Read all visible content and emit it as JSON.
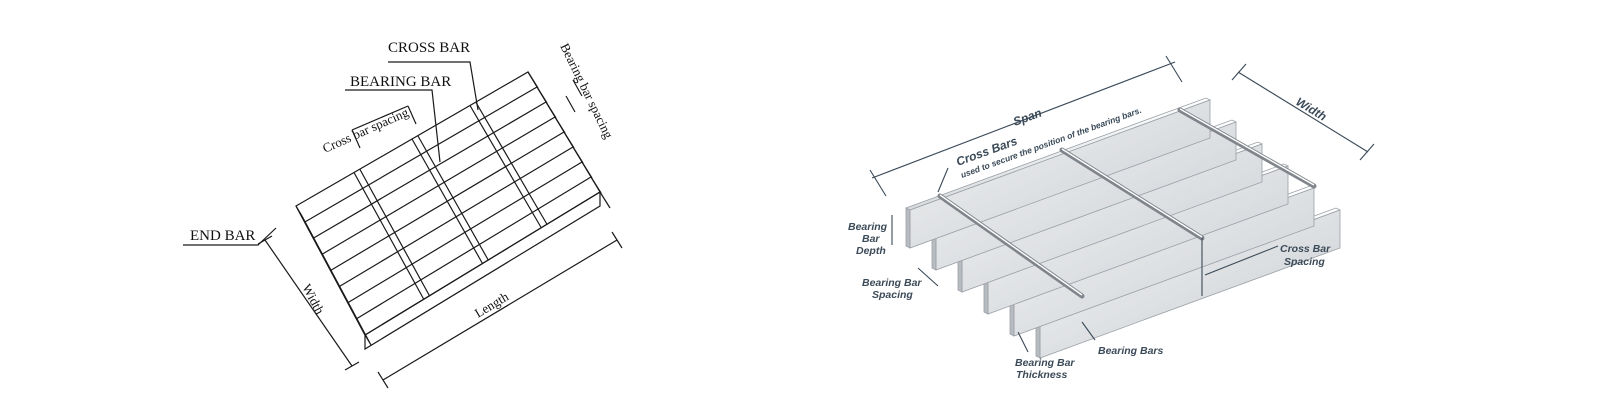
{
  "left_diagram": {
    "labels": {
      "cross_bar": "CROSS BAR",
      "bearing_bar": "BEARING BAR",
      "cross_bar_spacing": "Cross bar spacing",
      "bearing_bar_spacing": "Bearing bar spacing",
      "end_bar": "END BAR",
      "width": "Width",
      "length": "Length"
    }
  },
  "right_diagram": {
    "labels": {
      "span": "Span",
      "width": "Width",
      "cross_bars": "Cross Bars",
      "cross_bars_note": "used to secure the position of the bearing bars.",
      "bearing_bar_depth_1": "Bearing",
      "bearing_bar_depth_2": "Bar",
      "bearing_bar_depth_3": "Depth",
      "bearing_bar_spacing_1": "Bearing Bar",
      "bearing_bar_spacing_2": "Spacing",
      "cross_bar_spacing_1": "Cross Bar",
      "cross_bar_spacing_2": "Spacing",
      "bearing_bar_thickness_1": "Bearing Bar",
      "bearing_bar_thickness_2": "Thickness",
      "bearing_bars": "Bearing Bars"
    },
    "colors": {
      "label_text": "#3b4a58",
      "steel_light": "#e8eaec",
      "steel_mid": "#c9cdd1",
      "steel_dark": "#9aa0a6"
    }
  }
}
